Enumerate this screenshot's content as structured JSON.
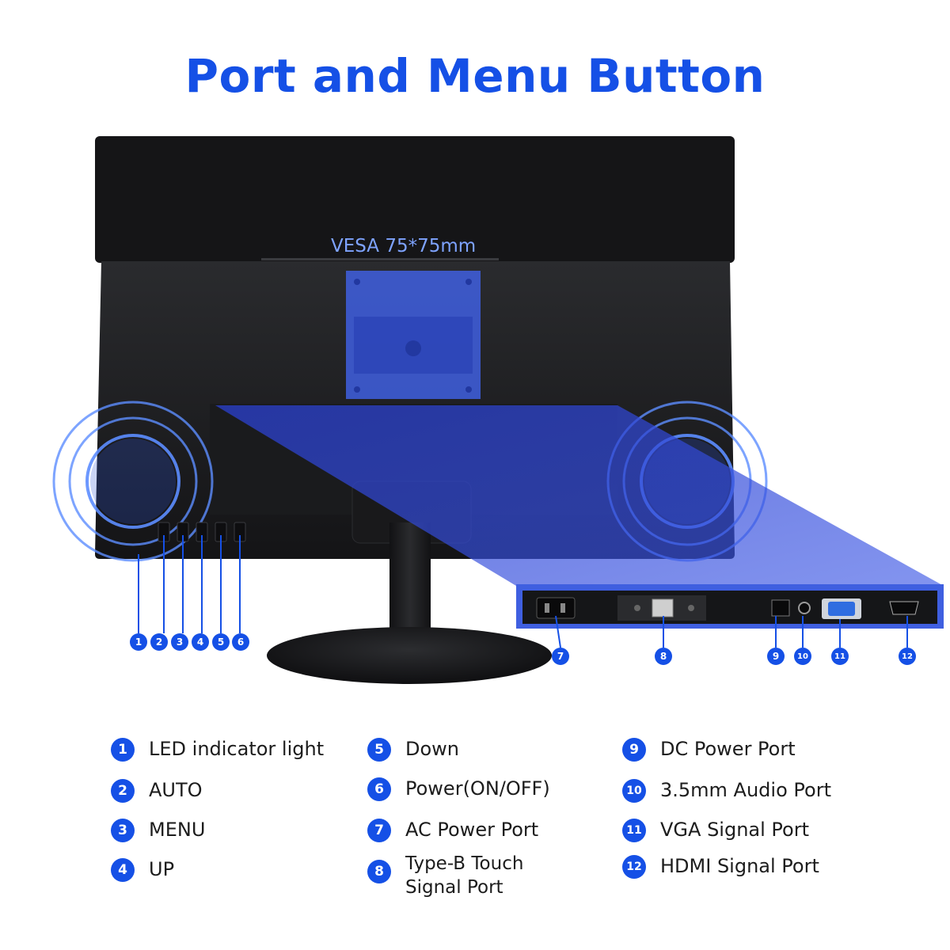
{
  "title": "Port and Menu Button",
  "vesa_label": "VESA 75*75mm",
  "callouts_buttons": [
    "1",
    "2",
    "3",
    "4",
    "5",
    "6"
  ],
  "callouts_ports": [
    "7",
    "8",
    "9",
    "10",
    "11",
    "12"
  ],
  "legend": [
    {
      "num": "1",
      "label": "LED indicator light"
    },
    {
      "num": "2",
      "label": "AUTO"
    },
    {
      "num": "3",
      "label": "MENU"
    },
    {
      "num": "4",
      "label": "UP"
    },
    {
      "num": "5",
      "label": "Down"
    },
    {
      "num": "6",
      "label": "Power(ON/OFF)"
    },
    {
      "num": "7",
      "label": "AC Power Port"
    },
    {
      "num": "8",
      "label": "Type-B Touch Signal Port"
    },
    {
      "num": "9",
      "label": "DC Power Port"
    },
    {
      "num": "10",
      "label": "3.5mm Audio Port"
    },
    {
      "num": "11",
      "label": "VGA Signal Port"
    },
    {
      "num": "12",
      "label": "HDMI Signal Port"
    }
  ],
  "colors": {
    "accent": "#1550e6",
    "monitor_body": "#1d1e20",
    "highlight_blue": "#3f5fe0"
  }
}
